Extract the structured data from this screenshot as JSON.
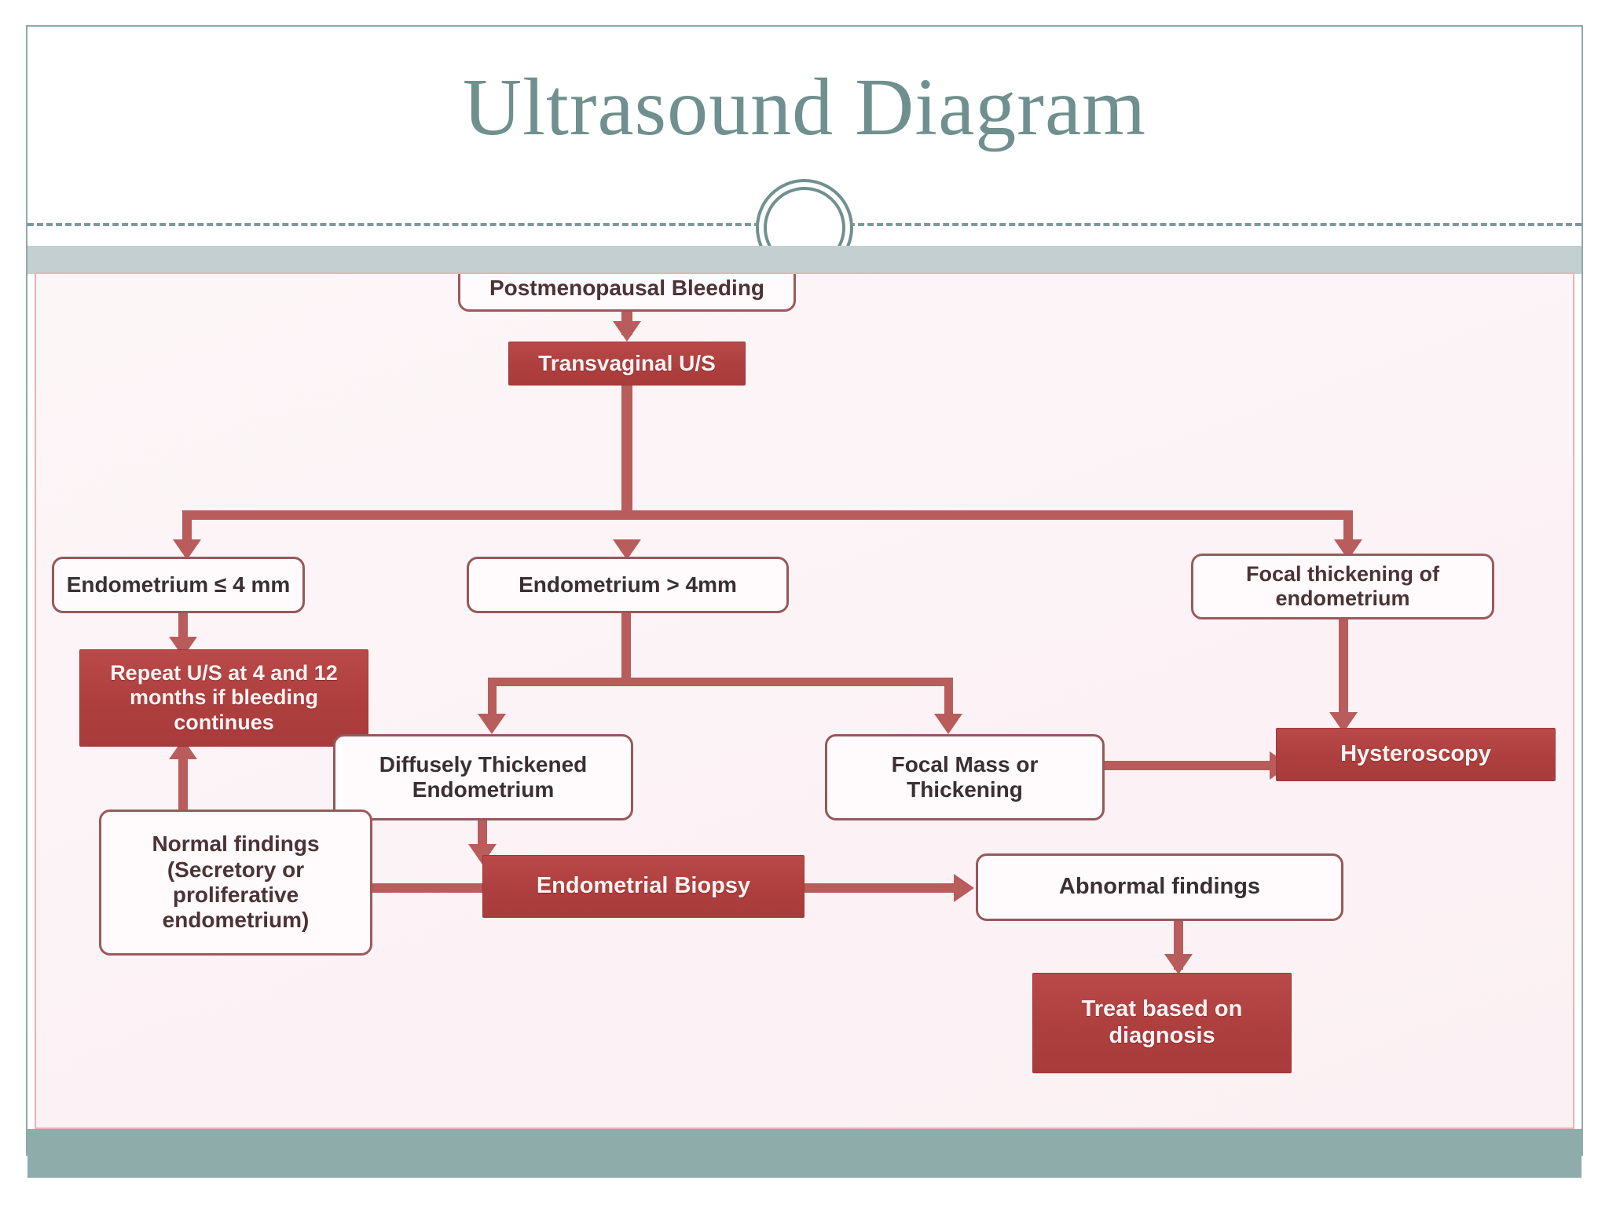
{
  "slide": {
    "title": "Ultrasound Diagram",
    "title_color": "#6f908f",
    "band_color": "#8eadaa",
    "header_band_color": "#c4cfd2",
    "frame_color": "#8faaa8"
  },
  "diagram": {
    "accent_fill": "#b03e3e",
    "accent_line": "#b85c5c",
    "outline_border": "#9b5a5c",
    "nodes": {
      "postmenopausal_bleeding": "Postmenopausal Bleeding",
      "transvaginal_us": "Transvaginal U/S",
      "endometrium_le4": "Endometrium ≤ 4 mm",
      "endometrium_gt4": "Endometrium > 4mm",
      "focal_thickening": "Focal thickening of endometrium",
      "repeat_us": "Repeat U/S at 4 and 12 months if bleeding continues",
      "diffusely_thickened": "Diffusely Thickened Endometrium",
      "focal_mass": "Focal Mass or Thickening",
      "hysteroscopy": "Hysteroscopy",
      "normal_findings": "Normal findings (Secretory or proliferative endometrium)",
      "endometrial_biopsy": "Endometrial Biopsy",
      "abnormal_findings": "Abnormal findings",
      "treat_based_on_diagnosis": "Treat based on diagnosis"
    }
  }
}
